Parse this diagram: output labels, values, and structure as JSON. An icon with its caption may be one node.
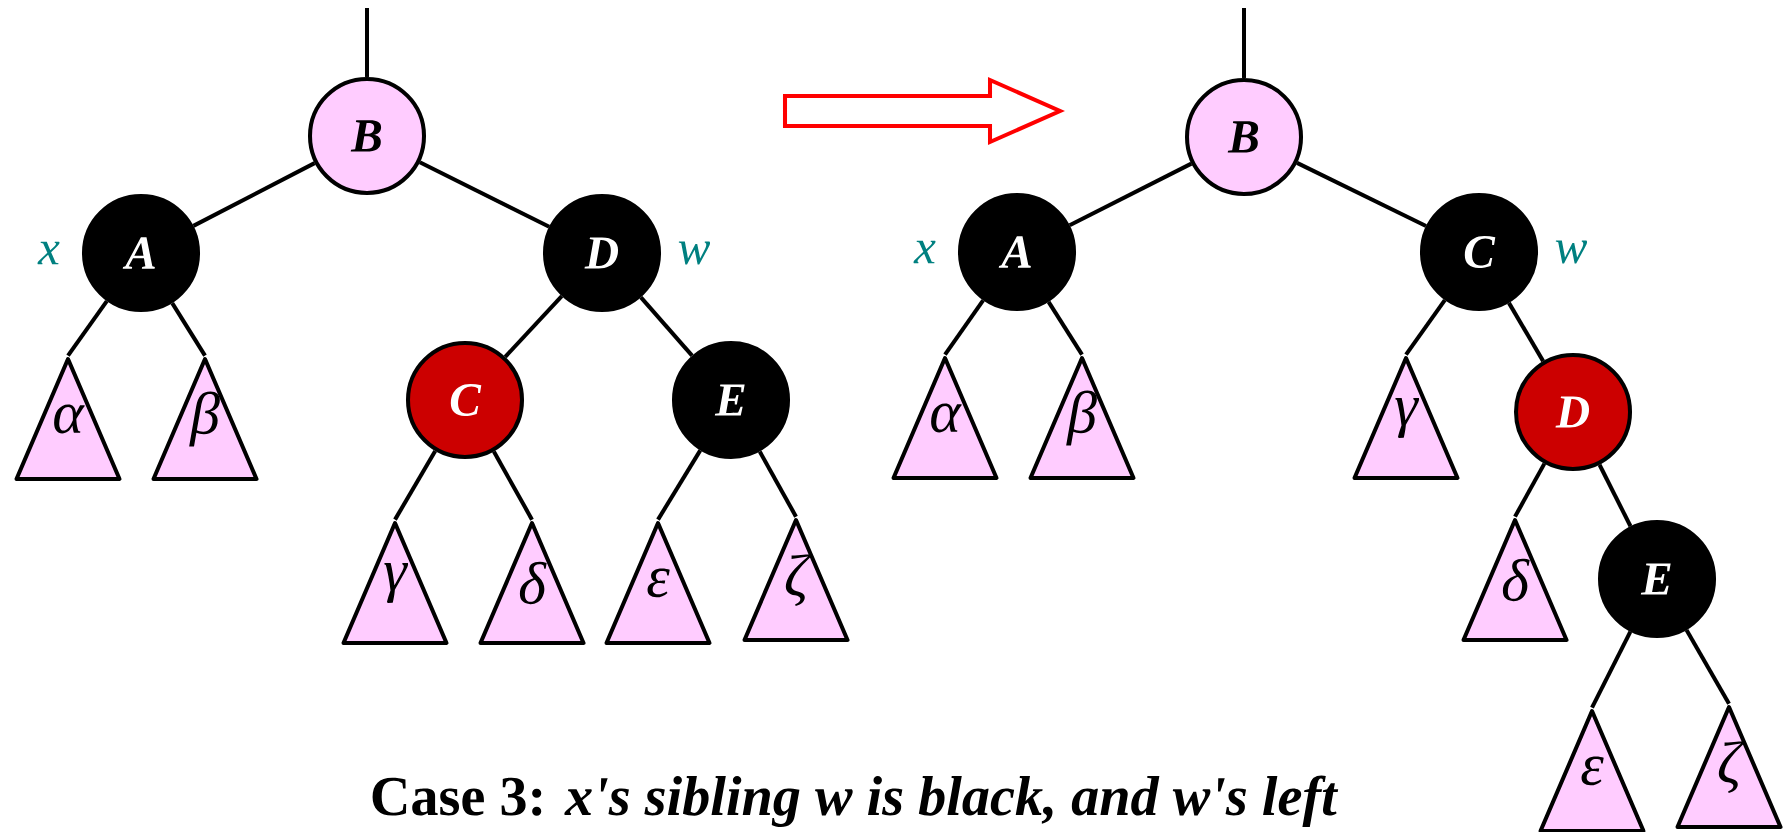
{
  "diagram": {
    "title": "Case 3: *x's sibling w is black, and w's left*",
    "nodes": [
      {
        "text": [
          "B"
        ]
      },
      {
        "text": [
          "A"
        ],
        "beside": [
          "x"
        ]
      },
      {
        "text": [
          "D"
        ],
        "beside": [
          "w"
        ]
      },
      {
        "text": [
          "α"
        ]
      },
      {
        "text": [
          "β"
        ]
      },
      {
        "text": [
          "C"
        ]
      },
      {
        "text": [
          "E"
        ]
      },
      {
        "text": [
          "γ"
        ]
      },
      {
        "text": [
          "δ"
        ]
      },
      {
        "text": [
          "ε"
        ]
      },
      {
        "text": [
          "ζ"
        ]
      },
      {
        "text": [
          "B"
        ]
      },
      {
        "text": [
          "A"
        ],
        "beside": [
          "x"
        ]
      },
      {
        "text": [
          "C"
        ],
        "beside": [
          "w"
        ]
      },
      {
        "text": [
          "α"
        ]
      },
      {
        "text": [
          "β"
        ]
      },
      {
        "text": [
          "γ"
        ]
      },
      {
        "text": [
          "D"
        ]
      },
      {
        "text": [
          "δ"
        ]
      },
      {
        "text": [
          "E"
        ]
      },
      {
        "text": [
          "ε"
        ]
      },
      {
        "text": [
          "ζ"
        ]
      }
    ],
    "edges": [
      {
        "from": null,
        "to": 0,
        "arrow": "none"
      },
      {
        "from": 0,
        "to": 1,
        "arrow": "none"
      },
      {
        "from": 0,
        "to": 2,
        "arrow": "none"
      },
      {
        "from": 1,
        "to": 3,
        "arrow": "none"
      },
      {
        "from": 1,
        "to": 4,
        "arrow": "none"
      },
      {
        "from": 2,
        "to": 5,
        "arrow": "none"
      },
      {
        "from": 2,
        "to": 6,
        "arrow": "none"
      },
      {
        "from": 5,
        "to": 7,
        "arrow": "none"
      },
      {
        "from": 5,
        "to": 8,
        "arrow": "none"
      },
      {
        "from": 6,
        "to": 9,
        "arrow": "none"
      },
      {
        "from": 6,
        "to": 10,
        "arrow": "none"
      },
      {
        "from": null,
        "to": 11,
        "arrow": "none"
      },
      {
        "from": 11,
        "to": 12,
        "arrow": "none"
      },
      {
        "from": 11,
        "to": 13,
        "arrow": "none"
      },
      {
        "from": 12,
        "to": 14,
        "arrow": "none"
      },
      {
        "from": 12,
        "to": 15,
        "arrow": "none"
      },
      {
        "from": 13,
        "to": 16,
        "arrow": "none"
      },
      {
        "from": 13,
        "to": 17,
        "arrow": "none"
      },
      {
        "from": 17,
        "to": 18,
        "arrow": "none"
      },
      {
        "from": 17,
        "to": 19,
        "arrow": "none"
      },
      {
        "from": 19,
        "to": 20,
        "arrow": "none"
      },
      {
        "from": 19,
        "to": 21,
        "arrow": "none"
      }
    ]
  }
}
